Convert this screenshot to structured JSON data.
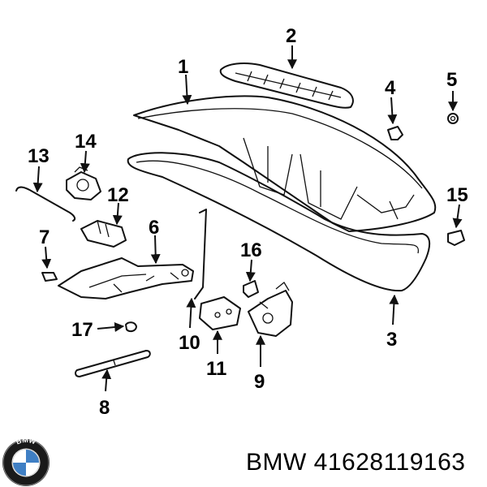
{
  "callouts": {
    "c1": "1",
    "c2": "2",
    "c3": "3",
    "c4": "4",
    "c5": "5",
    "c6": "6",
    "c7": "7",
    "c8": "8",
    "c9": "9",
    "c10": "10",
    "c11": "11",
    "c12": "12",
    "c13": "13",
    "c14": "14",
    "c15": "15",
    "c16": "16",
    "c17": "17"
  },
  "caption": {
    "brand": "BMW",
    "part_number": "41628119163"
  },
  "logo": {
    "text": "BMW",
    "colors": {
      "ring": "#1a1a1a",
      "blue": "#3f7fc4",
      "white": "#ffffff"
    }
  }
}
